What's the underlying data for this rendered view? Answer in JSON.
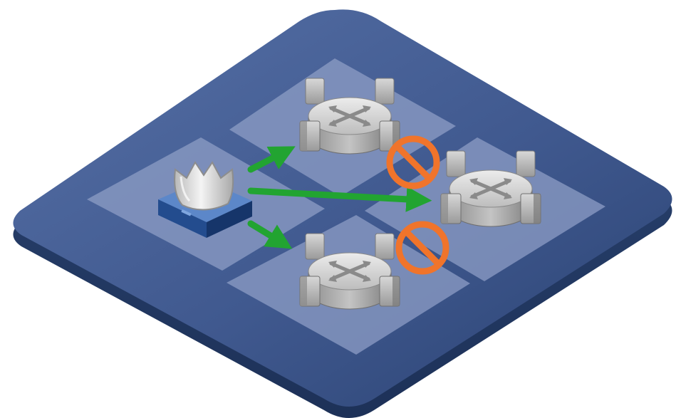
{
  "diagram": {
    "platform": {
      "color_top": "#4a6398",
      "color_bottom": "#2b4573",
      "color_edge": "#243c68"
    },
    "tile_color": "#8d9cc4",
    "arrow_color": "#22a431",
    "block_color": "#f0742b",
    "router_icon": "router-icon",
    "controller_icon": "controller-device-icon",
    "block_icon": "prohibited-icon",
    "arrows": [
      {
        "from": "controller",
        "to": "router-top",
        "blocked": false
      },
      {
        "from": "controller",
        "to": "router-right",
        "blocked": false
      },
      {
        "from": "controller",
        "to": "router-bottom",
        "blocked": false
      }
    ],
    "blocked_links": [
      {
        "from": "router-top",
        "to": "router-right"
      },
      {
        "from": "router-bottom",
        "to": "router-right"
      }
    ]
  }
}
